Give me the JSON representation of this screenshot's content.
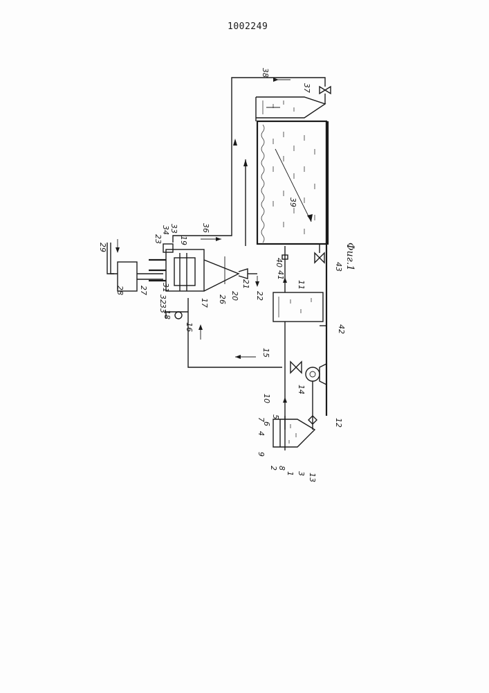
{
  "document": {
    "patent_number": "1002249",
    "figure_caption": "Фиг.1"
  },
  "labels": {
    "n1": "1",
    "n2": "2",
    "n3": "3",
    "n4": "4",
    "n5": "5",
    "n6": "6",
    "n7": "7",
    "n8": "8",
    "n9": "9",
    "n10": "10",
    "n11": "11",
    "n12": "12",
    "n13": "13",
    "n14": "14",
    "n15": "15",
    "n16": "16",
    "n17": "17",
    "n18": "18",
    "n19": "19",
    "n20": "20",
    "n21": "21",
    "n22": "22",
    "n23": "23",
    "n26": "26",
    "n27": "27",
    "n28": "28",
    "n29": "29",
    "n31": "31",
    "n32": "32",
    "n33": "33",
    "n33b": "33",
    "n34": "34",
    "n36": "36",
    "n37": "37",
    "n38": "38",
    "n39": "39",
    "n40": "40",
    "n41": "41",
    "n42": "42",
    "n43": "43"
  }
}
